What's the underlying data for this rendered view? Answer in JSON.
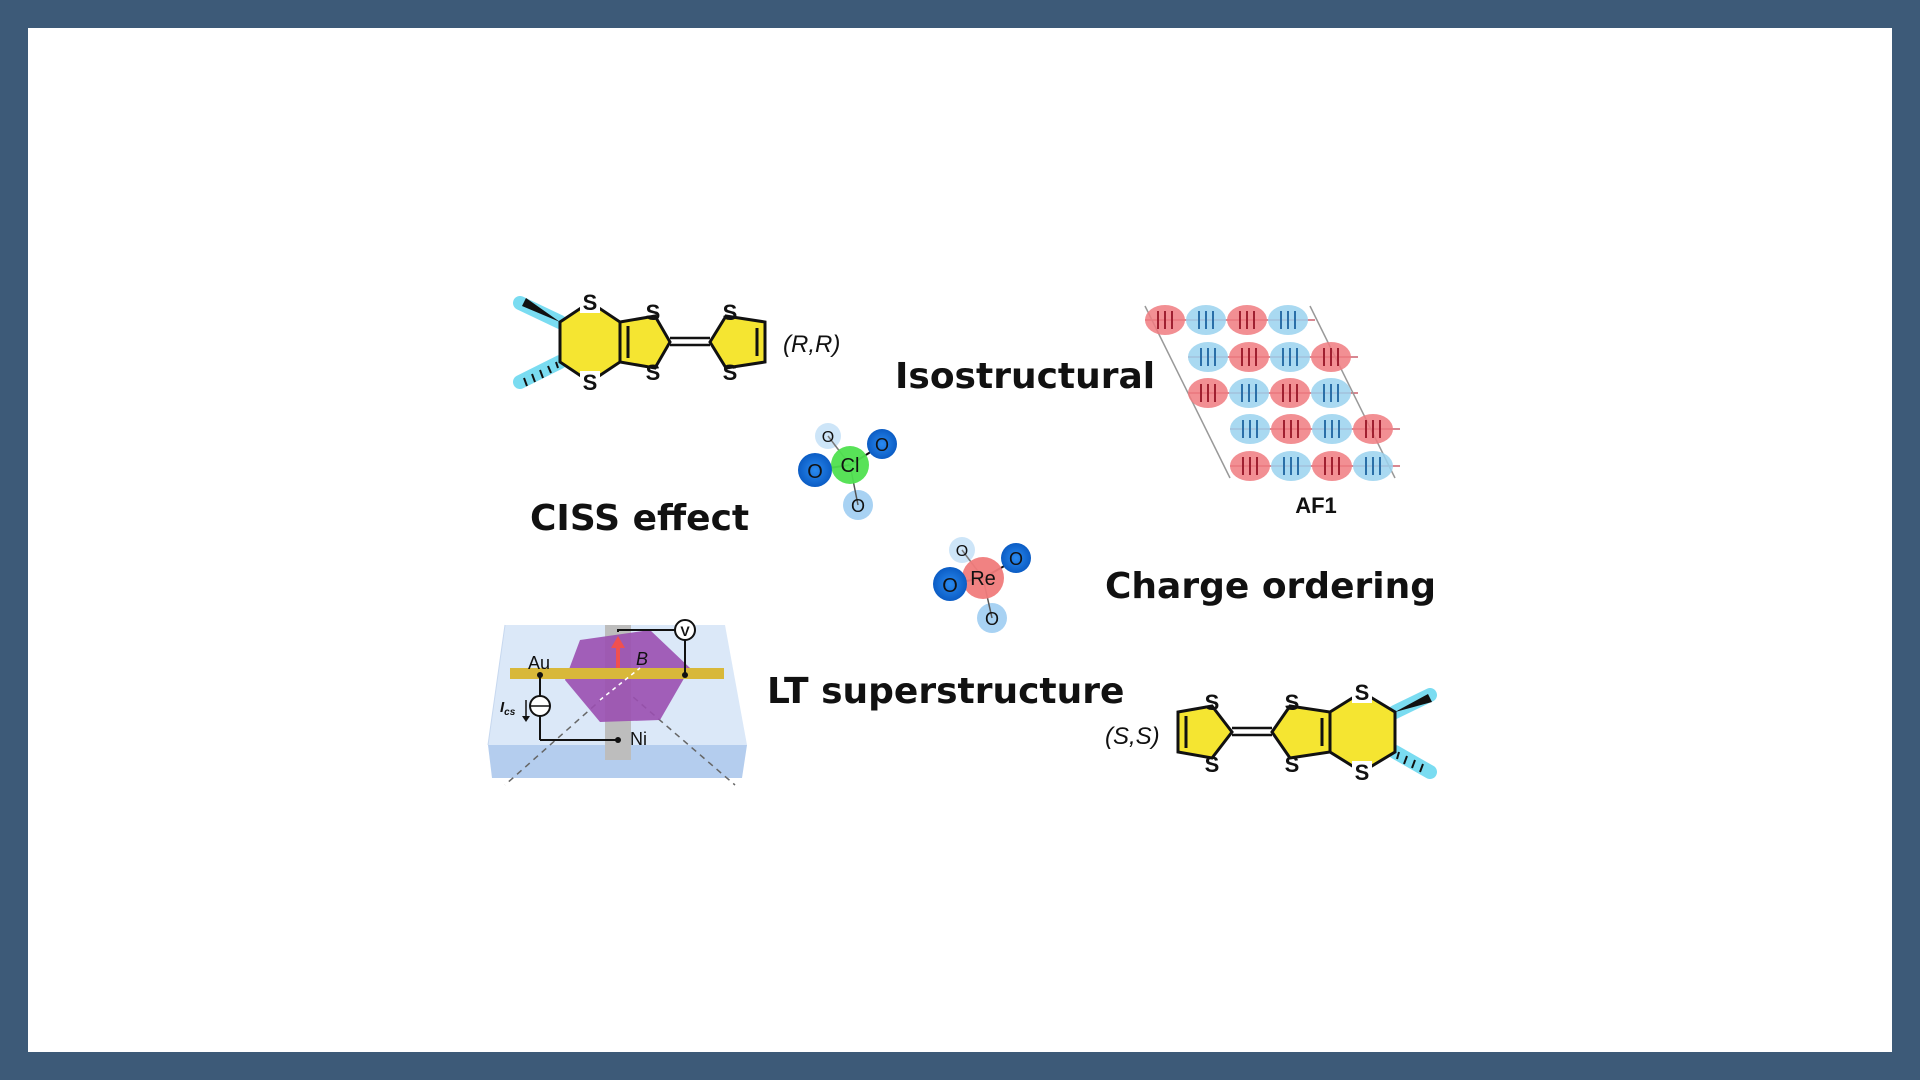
{
  "labels": {
    "isostructural": "Isostructural",
    "ciss_effect": "CISS effect",
    "charge_ordering": "Charge ordering",
    "lt_superstructure": "LT superstructure",
    "af1": "AF1",
    "rr": "(R,R)",
    "ss": "(S,S)"
  },
  "atoms": {
    "sulfur": "S",
    "oxygen": "O",
    "chlorine": "Cl",
    "rhenium": "Re"
  },
  "device": {
    "gold": "Au",
    "nickel": "Ni",
    "voltmeter": "V",
    "current": "I",
    "current_sub": "cs",
    "field": "B"
  },
  "colors": {
    "background_border": "#3d5a78",
    "ttf_yellow": "#f5e531",
    "cyan_highlight": "#63d6ef",
    "chlorine_green": "#4fe04f",
    "rhenium_red": "#f07b7b",
    "oxygen_blue": "#1570d8",
    "spin_red": "#f07b80",
    "spin_blue": "#9ad2ee",
    "device_purple": "#9a4fb0",
    "gold_strip": "#d8b83a"
  }
}
